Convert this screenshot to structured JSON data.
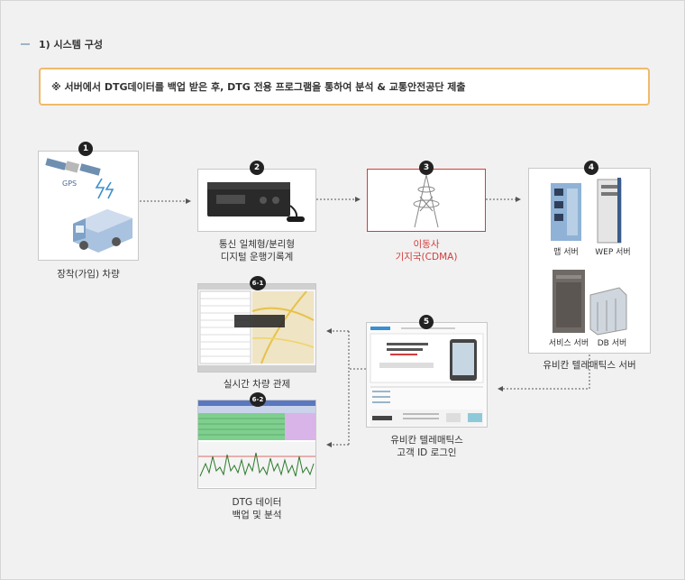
{
  "section": {
    "title": "1) 시스템 구성"
  },
  "notice": {
    "text": "※ 서버에서 DTG데이터를 백업 받은 후, DTG 전용 프로그램을 통하여 분석 & 교통안전공단 제출"
  },
  "nodes": {
    "vehicle": {
      "badge": "1",
      "gps_label": "GPS",
      "label": "장착(가입) 차량"
    },
    "device": {
      "badge": "2",
      "label_line1": "통신 일체형/분리형",
      "label_line2": "디지털 운행기록계"
    },
    "carrier": {
      "badge": "3",
      "label_line1": "이동사",
      "label_line2": "기지국(CDMA)"
    },
    "servers": {
      "badge": "4",
      "map_server": "맵 서버",
      "wep_server": "WEP 서버",
      "service_server": "서비스 서버",
      "db_server": "DB 서버",
      "label": "유비칸 텔레매틱스 서버"
    },
    "login": {
      "badge": "5",
      "label_line1": "유비칸 텔레매틱스",
      "label_line2": "고객 ID 로그인"
    },
    "control": {
      "badge": "6-1",
      "label": "실시간 차량 관제"
    },
    "backup": {
      "badge": "6-2",
      "label_line1": "DTG 데이터",
      "label_line2": "백업 및 분석"
    }
  },
  "colors": {
    "accent_red": "#d23c3c",
    "notice_border": "#f1b96a",
    "arrow": "#555555"
  }
}
